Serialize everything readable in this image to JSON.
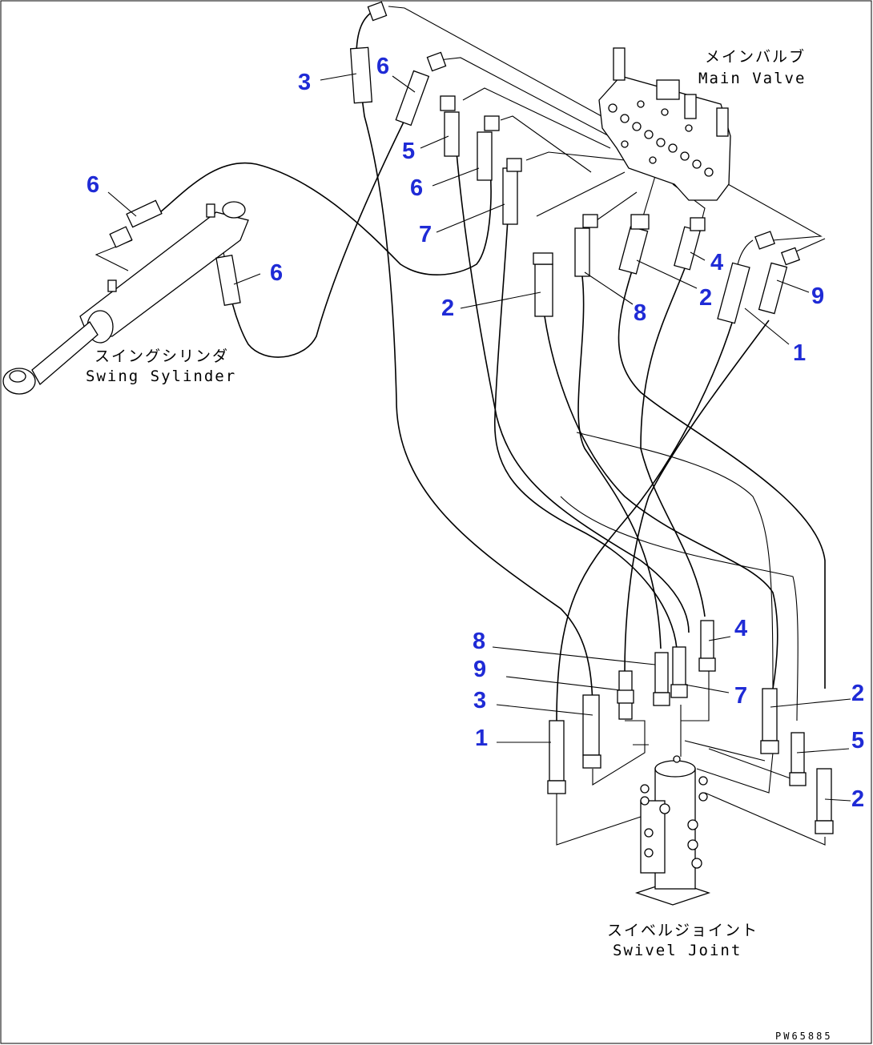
{
  "components": {
    "main_valve": {
      "label_jp": "メインバルブ",
      "label_en": "Main Valve"
    },
    "swing_cylinder": {
      "label_jp": "スイングシリンダ",
      "label_en": "Swing Sylinder"
    },
    "swivel_joint": {
      "label_jp": "スイベルジョイント",
      "label_en": "Swivel Joint"
    }
  },
  "callouts": {
    "top": [
      "3",
      "6",
      "5",
      "6",
      "7",
      "6",
      "6",
      "2",
      "8",
      "4",
      "2",
      "1",
      "9"
    ],
    "bottom": [
      "8",
      "9",
      "3",
      "1",
      "4",
      "7",
      "2",
      "5",
      "2"
    ]
  },
  "drawing_code": "PW65885",
  "colors": {
    "callout": "#1f2bd6",
    "line": "#000000"
  }
}
